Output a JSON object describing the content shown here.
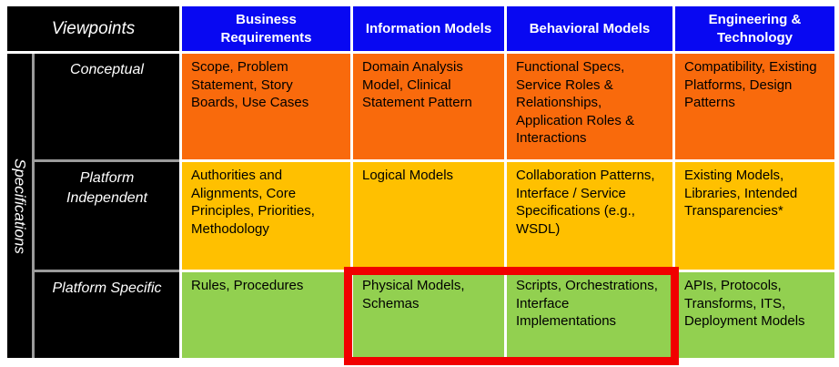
{
  "colors": {
    "blue": "#0808f2",
    "orange": "#f96a0c",
    "gold": "#ffc000",
    "green": "#92d050",
    "red": "#f10000",
    "black": "#000000",
    "panel-gap": "#9b9b9b"
  },
  "matrix": {
    "corner": "Viewpoints",
    "side": "Specifications",
    "column_headers": [
      "Business Requirements",
      "Information Models",
      "Behavioral Models",
      "Engineering & Technology"
    ],
    "rows": [
      {
        "label": "Conceptual",
        "cells": [
          "Scope, Problem Statement, Story Boards, Use Cases",
          "Domain Analysis Model, Clinical Statement Pattern",
          "Functional Specs, Service Roles & Relationships, Application Roles & Interactions",
          "Compatibility, Existing Platforms, Design Patterns"
        ]
      },
      {
        "label": "Platform Independent",
        "cells": [
          "Authorities and Alignments,  Core Principles, Priorities, Methodology",
          "Logical Models",
          "Collaboration Patterns, Interface / Service Specifications  (e.g., WSDL)",
          "Existing Models, Libraries, Intended Transparencies*"
        ]
      },
      {
        "label": "Platform Specific",
        "cells": [
          "Rules, Procedures",
          "Physical Models, Schemas",
          "Scripts, Orchestrations, Interface Implementations",
          "APIs, Protocols, Transforms, ITS, Deployment Models"
        ]
      }
    ],
    "highlight": {
      "shape": "rectangle",
      "color": "#f10000",
      "over_cells": [
        "Physical Models, Schemas",
        "Scripts, Orchestrations, Interface Implementations"
      ]
    }
  }
}
